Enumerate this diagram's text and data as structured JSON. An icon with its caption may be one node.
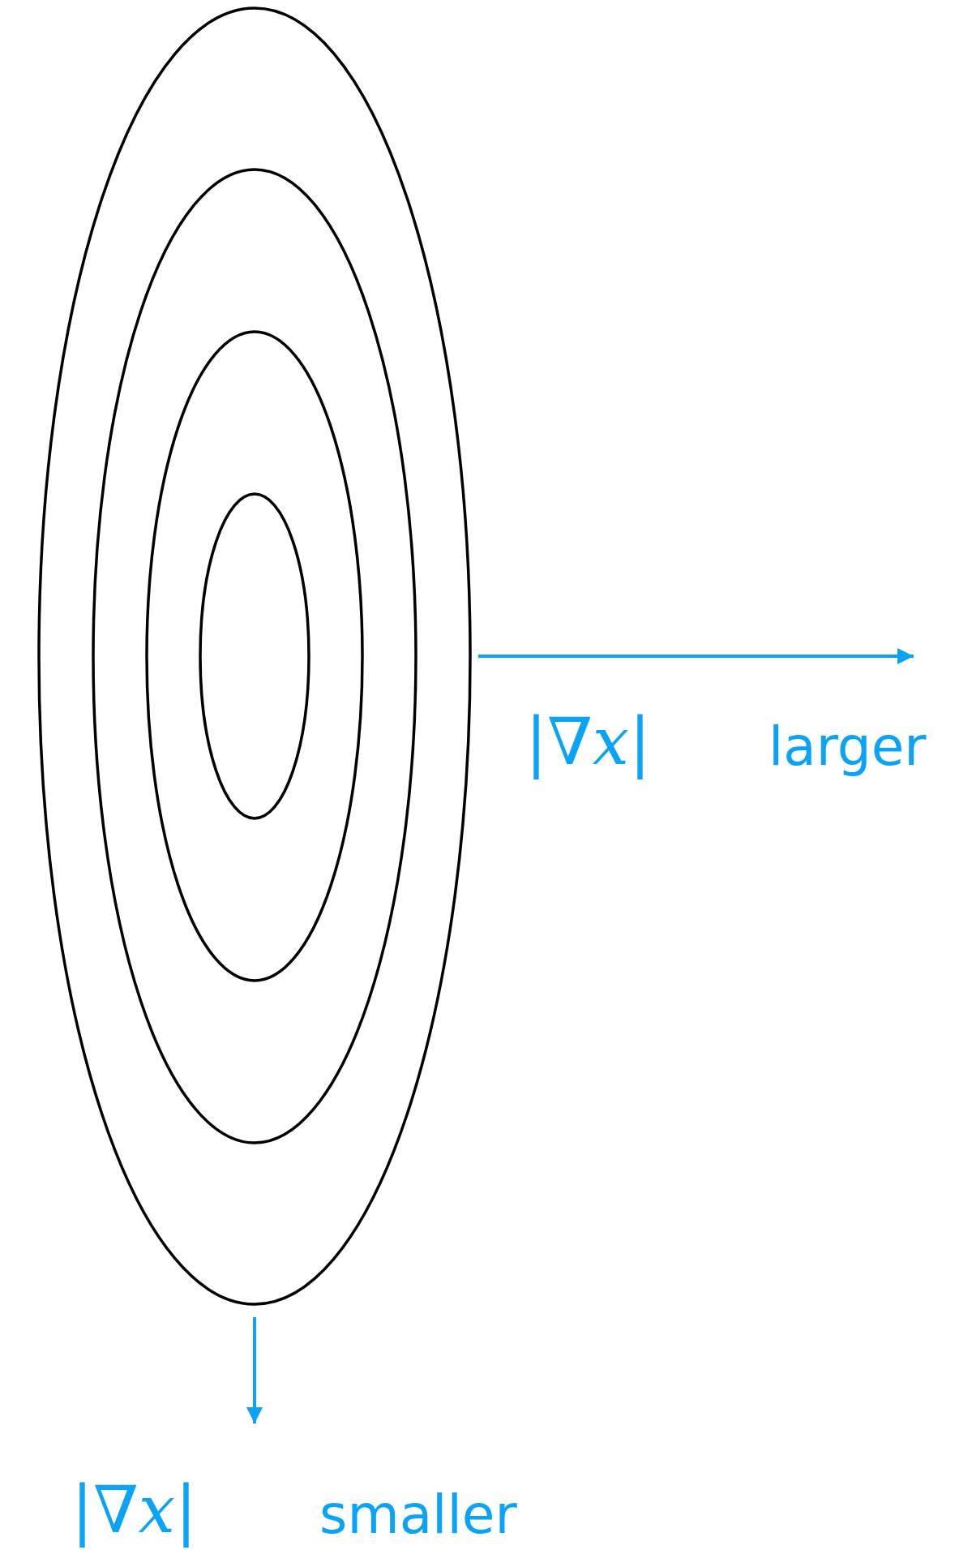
{
  "diagram": {
    "labels": [
      "|∇*x*|",
      "larger",
      "|∇*x*|",
      "smaller"
    ]
  }
}
